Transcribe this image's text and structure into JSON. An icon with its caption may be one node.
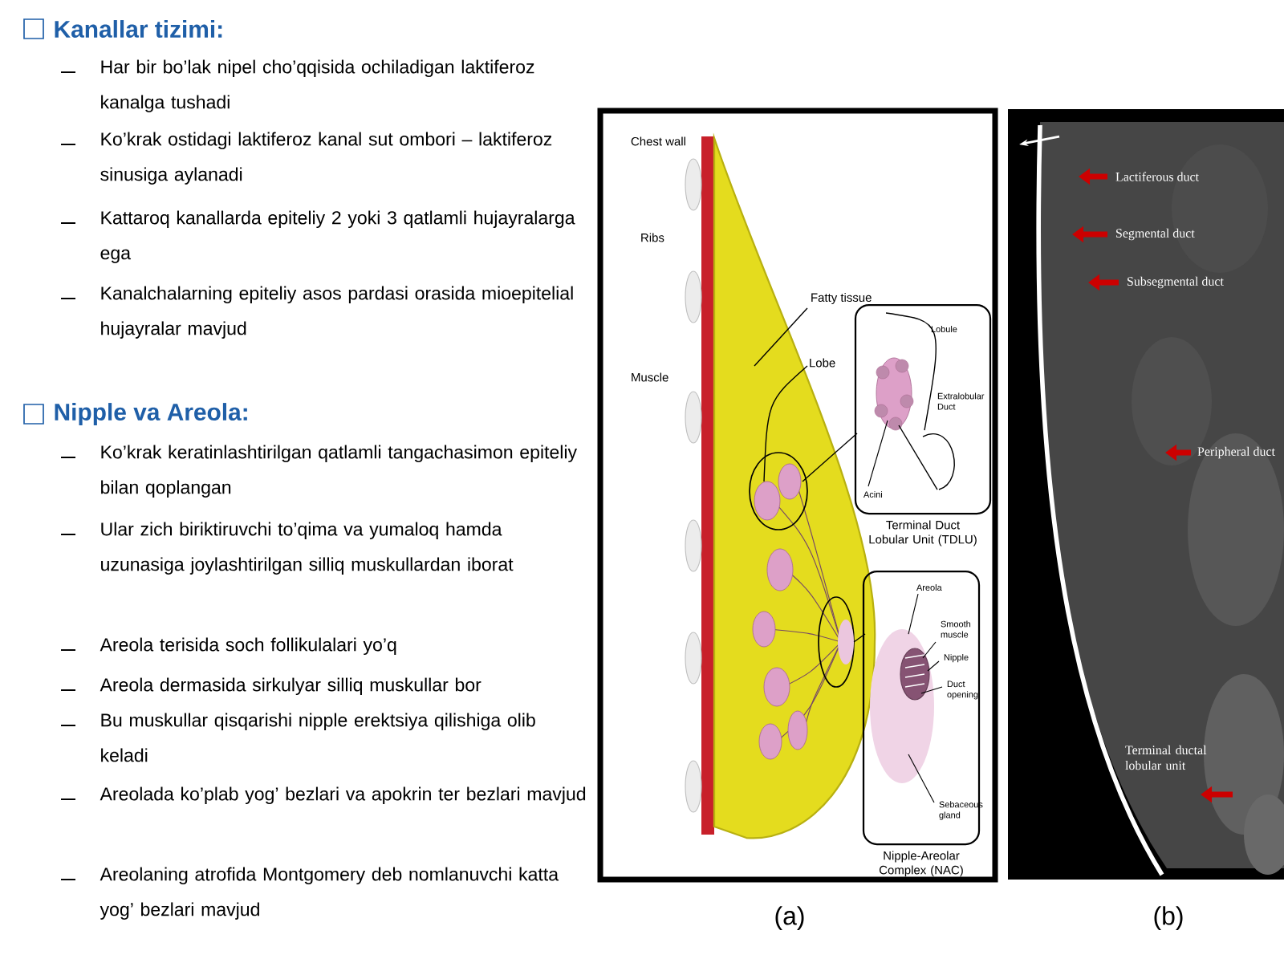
{
  "diagram": {
    "nodes": [
      {
        "text": [
          "Terminal Duct Lobular Unit (TDLU)"
        ]
      },
      {
        "text": [
          "Nipple-Areolar Complex (NAC)"
        ]
      }
    ],
    "labels": [
      "Kanallar tizimi:",
      "Har bir bo’lak nipel cho’qqisida ochiladigan laktiferoz kanalga tushadi",
      "Ko’krak ostidagi laktiferoz kanal sut ombori – laktiferoz sinusiga aylanadi",
      "Kattaroq kanallarda epiteliy 2 yoki 3 qatlamli hujayralarga ega",
      "Kanalchalarning epiteliy asos pardasi orasida mioepitelial hujayralar mavjud",
      "Nipple va Areola:",
      "Ko’krak keratinlashtirilgan qatlamli tangachasimon epiteliy bilan qoplangan",
      "Ular zich biriktiruvchi to’qima va yumaloq hamda uzunasiga joylashtirilgan silliq muskullardan iborat",
      "Areola terisida soch follikulalari yo’q",
      "Areola dermasida sirkulyar silliq muskullar bor",
      "Bu muskullar qisqarishi nipple erektsiya qilishiga olib keladi",
      "Areolada ko’plab yog’ bezlari va apokrin ter bezlari mavjud",
      "Areolaning atrofida Montgomery deb nomlanuvchi katta yog’ bezlari mavjud",
      "Chest wall",
      "Ribs",
      "Muscle",
      "Fatty tissue",
      "Lobe",
      "Lobule",
      "Extralobular Duct",
      "Acini",
      "Areola",
      "Smooth muscle",
      "Nipple",
      "Duct opening",
      "Sebaceous gland",
      "(a)",
      "Lactiferous duct",
      "Segmental duct",
      "Subsegmental duct",
      "Peripheral duct",
      "Terminal ductal lobular unit",
      "(b)"
    ]
  }
}
